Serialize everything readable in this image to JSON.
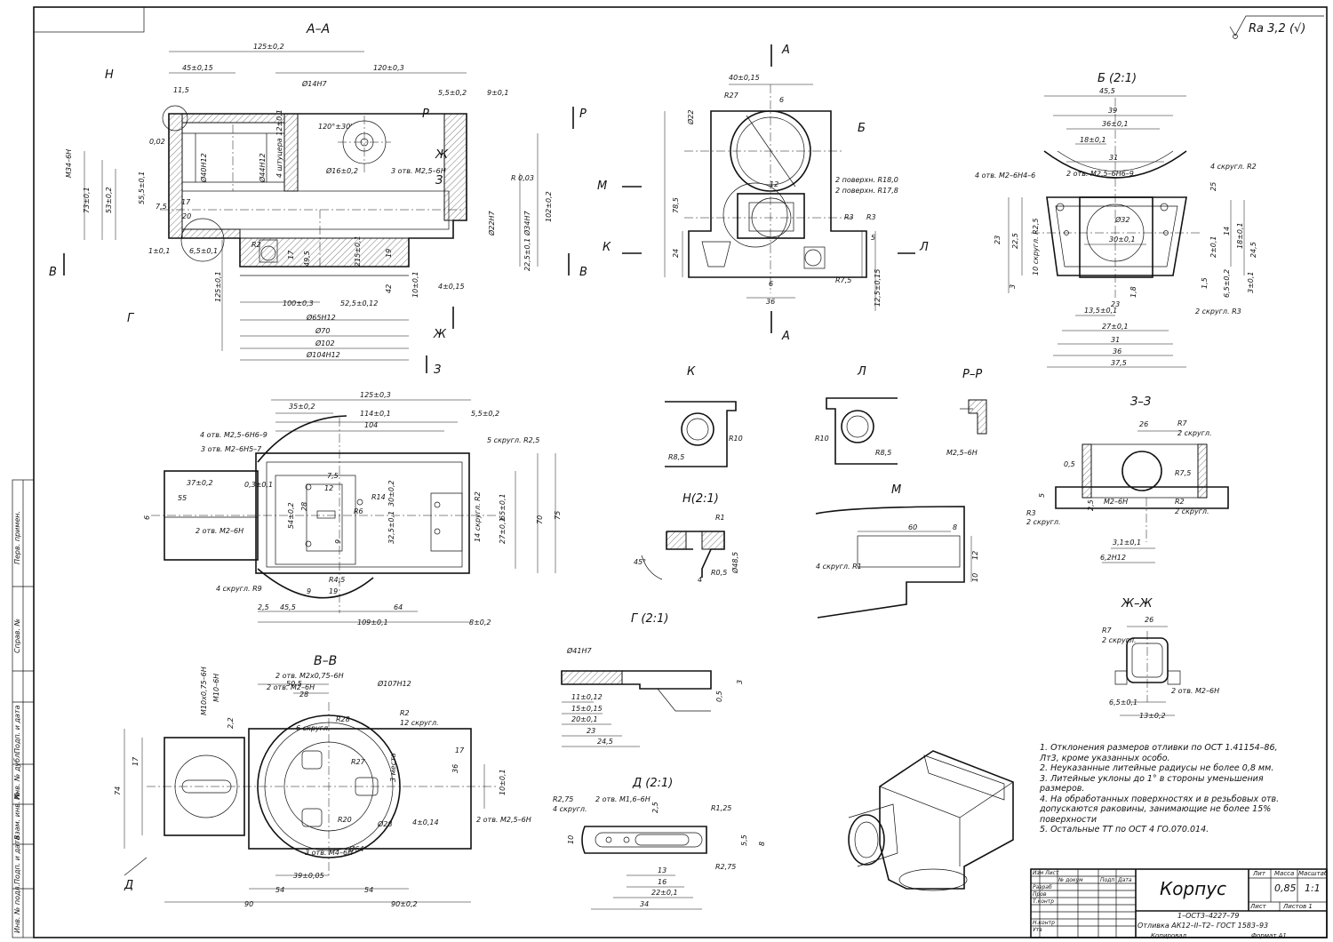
{
  "roughness": "Ra 3,2 (√)",
  "views": {
    "section_aa": "А–А",
    "view_a_top": "А",
    "view_a_bottom": "А",
    "section_vv": "В–В",
    "detail_b": "Б (2:1)",
    "view_k": "К",
    "view_l": "Л",
    "section_rr": "Р–Р",
    "section_zz": "З–З",
    "detail_n": "Н(2:1)",
    "view_m": "М",
    "detail_g": "Г (2:1)",
    "section_zhzh": "Ж–Ж",
    "detail_d": "Д (2:1)"
  },
  "markers": {
    "n": "Н",
    "g": "Г",
    "b": "Б",
    "m": "М",
    "k": "К",
    "l": "Л",
    "d": "Д",
    "v_left": "В",
    "v_right": "В",
    "r_left": "Р",
    "r_right": "Р",
    "zh_top": "Ж",
    "zh_bottom": "Ж",
    "z_top": "З",
    "z_bottom": "З"
  },
  "dims_aa": [
    "125±0,2",
    "45±0,15",
    "120±0,3",
    "5,5±0,2",
    "9±0,1",
    "Ø14Н7",
    "4 штуцера 12±0,1",
    "120°±30'",
    "3 отв. М2,5–6Н",
    "Ø16±0,2",
    "Ø44Н12",
    "Ø40Н12",
    "55,5±0,1",
    "53±0,2",
    "73±0,1",
    "М34–6Н",
    "0,02",
    "17",
    "7,5",
    "20",
    "6,5±0,1",
    "1±0,1",
    "17",
    "49,5",
    "215±0,1",
    "19",
    "Ø22Н7",
    "Ø34Н7",
    "22,5±0,1",
    "102±0,2",
    "4±0,15",
    "10±0,1",
    "42",
    "125±0,1",
    "100±0,3",
    "52,5±0,12",
    "Ø65Н12",
    "Ø70",
    "Ø102",
    "Ø104Н12",
    "R2",
    "11,5",
    "R 0,03"
  ],
  "dims_a": [
    "40±0,15",
    "R27",
    "6",
    "Ø22",
    "78,5",
    "24",
    "12",
    "2 поверхн. R18,0",
    "2 поверхн. R17,8",
    "R3",
    "R3",
    "R7,5",
    "6",
    "36",
    "12,5±0,15",
    "5"
  ],
  "dims_b": [
    "45,5",
    "39",
    "36±0,1",
    "18±0,1",
    "31",
    "4 отв. М2–6Н4–6",
    "2 отв. М2,5–6Н6–9",
    "4 скругл. R2",
    "Ø32",
    "30±0,1",
    "10 скругл. R2,5",
    "23",
    "22,5",
    "3",
    "25",
    "14",
    "18±0,1",
    "24,5",
    "2±0,1",
    "1,5",
    "6,5±0,2",
    "3±0,1",
    "1,8",
    "23",
    "13,5±0,1",
    "27±0,1",
    "31",
    "36",
    "37,5",
    "2 скругл. R3"
  ],
  "dims_vv": [
    "125±0,3",
    "35±0,2",
    "114±0,1",
    "104",
    "5,5±0,2",
    "4 отв. М2,5–6Н6–9",
    "3 отв. М2–6Н5–7",
    "5 скругл. R2,5",
    "37±0,2",
    "0,3±0,1",
    "55",
    "6",
    "2 отв. М2–6Н",
    "7,5",
    "12",
    "R14",
    "R6",
    "28",
    "9",
    "54±0,2",
    "30±0,2",
    "32,5±0,1",
    "65±0,1",
    "27±0,1",
    "70",
    "75",
    "14 скругл. R2",
    "4 скругл. R9",
    "R4,5",
    "2,5",
    "45,5",
    "9",
    "19",
    "64",
    "109±0,1",
    "8±0,2"
  ],
  "dims_k": [
    "R10",
    "R8,5"
  ],
  "dims_l": [
    "R10",
    "R8,5"
  ],
  "dims_rr": [
    "М2,5–6Н"
  ],
  "dims_zz": [
    "26",
    "R7",
    "2 скругл.",
    "0,5",
    "R7,5",
    "5",
    "2,5",
    "М2–6Н",
    "R3",
    "2 скругл.",
    "R2",
    "2 скругл.",
    "3,1±0,1",
    "6,2Н12"
  ],
  "dims_n": [
    "R1",
    "45°",
    "R0,5",
    "4",
    "Ø48,5"
  ],
  "dims_m": [
    "60",
    "8",
    "12",
    "10",
    "4 скругл. R1"
  ],
  "dims_g": [
    "Ø41Н7",
    "11±0,12",
    "15±0,15",
    "20±0,1",
    "23",
    "24,5",
    "3",
    "0,5"
  ],
  "dims_zhzh": [
    "26",
    "R7",
    "2 скругл.",
    "2 отв. М2–6Н",
    "6,5±0,1",
    "13±0,2"
  ],
  "dims_section_bottom": [
    "2 отв. М2х0,75–6Н",
    "2 отв. М2–6Н",
    "50,5",
    "28",
    "R28",
    "R2",
    "12 скругл.",
    "Ø107Н12",
    "6 скругл.",
    "3 места",
    "17",
    "36",
    "10±0,1",
    "2 отв. М2,5–6Н",
    "4±0,14",
    "R27",
    "Ø28",
    "Ø64",
    "3 отв. М4–6Н",
    "39±0,05",
    "54",
    "54",
    "90",
    "90±0,2",
    "74",
    "17",
    "М10х0,75–6Н",
    "М10–6Н",
    "2,2",
    "R20"
  ],
  "dims_d": [
    "R2,75",
    "4 скругл.",
    "2 отв. М1,6–6Н",
    "2,5",
    "R1,25",
    "10",
    "13",
    "16",
    "22±0,1",
    "34",
    "5,5",
    "R2,75",
    "8"
  ],
  "notes": [
    "1. Отклонения размеров отливки по ОСТ 1.41154–86, Лт3, кроме указанных особо.",
    "2. Неуказанные литейные радиусы не более 0,8 мм.",
    "3. Литейные уклоны до 1° в стороны уменьшения размеров.",
    "4. На обработанных поверхностях и в резьбовых отв. допускаются раковины, занимающие не более 15% поверхности",
    "5. Остальные ТТ по ОСТ 4 ГО.070.014."
  ],
  "title_block": {
    "name": "Корпус",
    "material_line1": "1–ОСТ3–4227–79",
    "material_line2": "Отливка АК12–II–Т2– ГОСТ 1583–93",
    "col_lit": "Лит",
    "col_mass": "Масса",
    "col_scale": "Масштаб",
    "mass": "0,85",
    "scale": "1:1",
    "sheet": "Лист",
    "sheets": "Листов  1",
    "rows": [
      "Изм Лист",
      "№ докум",
      "Подп",
      "Дата",
      "Разраб",
      "Пров",
      "Т.контр",
      "Н.контр",
      "Утв"
    ],
    "copied": "Копировал",
    "format": "Формат   А1"
  },
  "side_stamps": [
    "Перв. примен.",
    "Справ. №",
    "Подп. и дата",
    "Инв. № дубл.",
    "Взам. инв. №",
    "Подп. и дата",
    "Инв. № подл."
  ]
}
